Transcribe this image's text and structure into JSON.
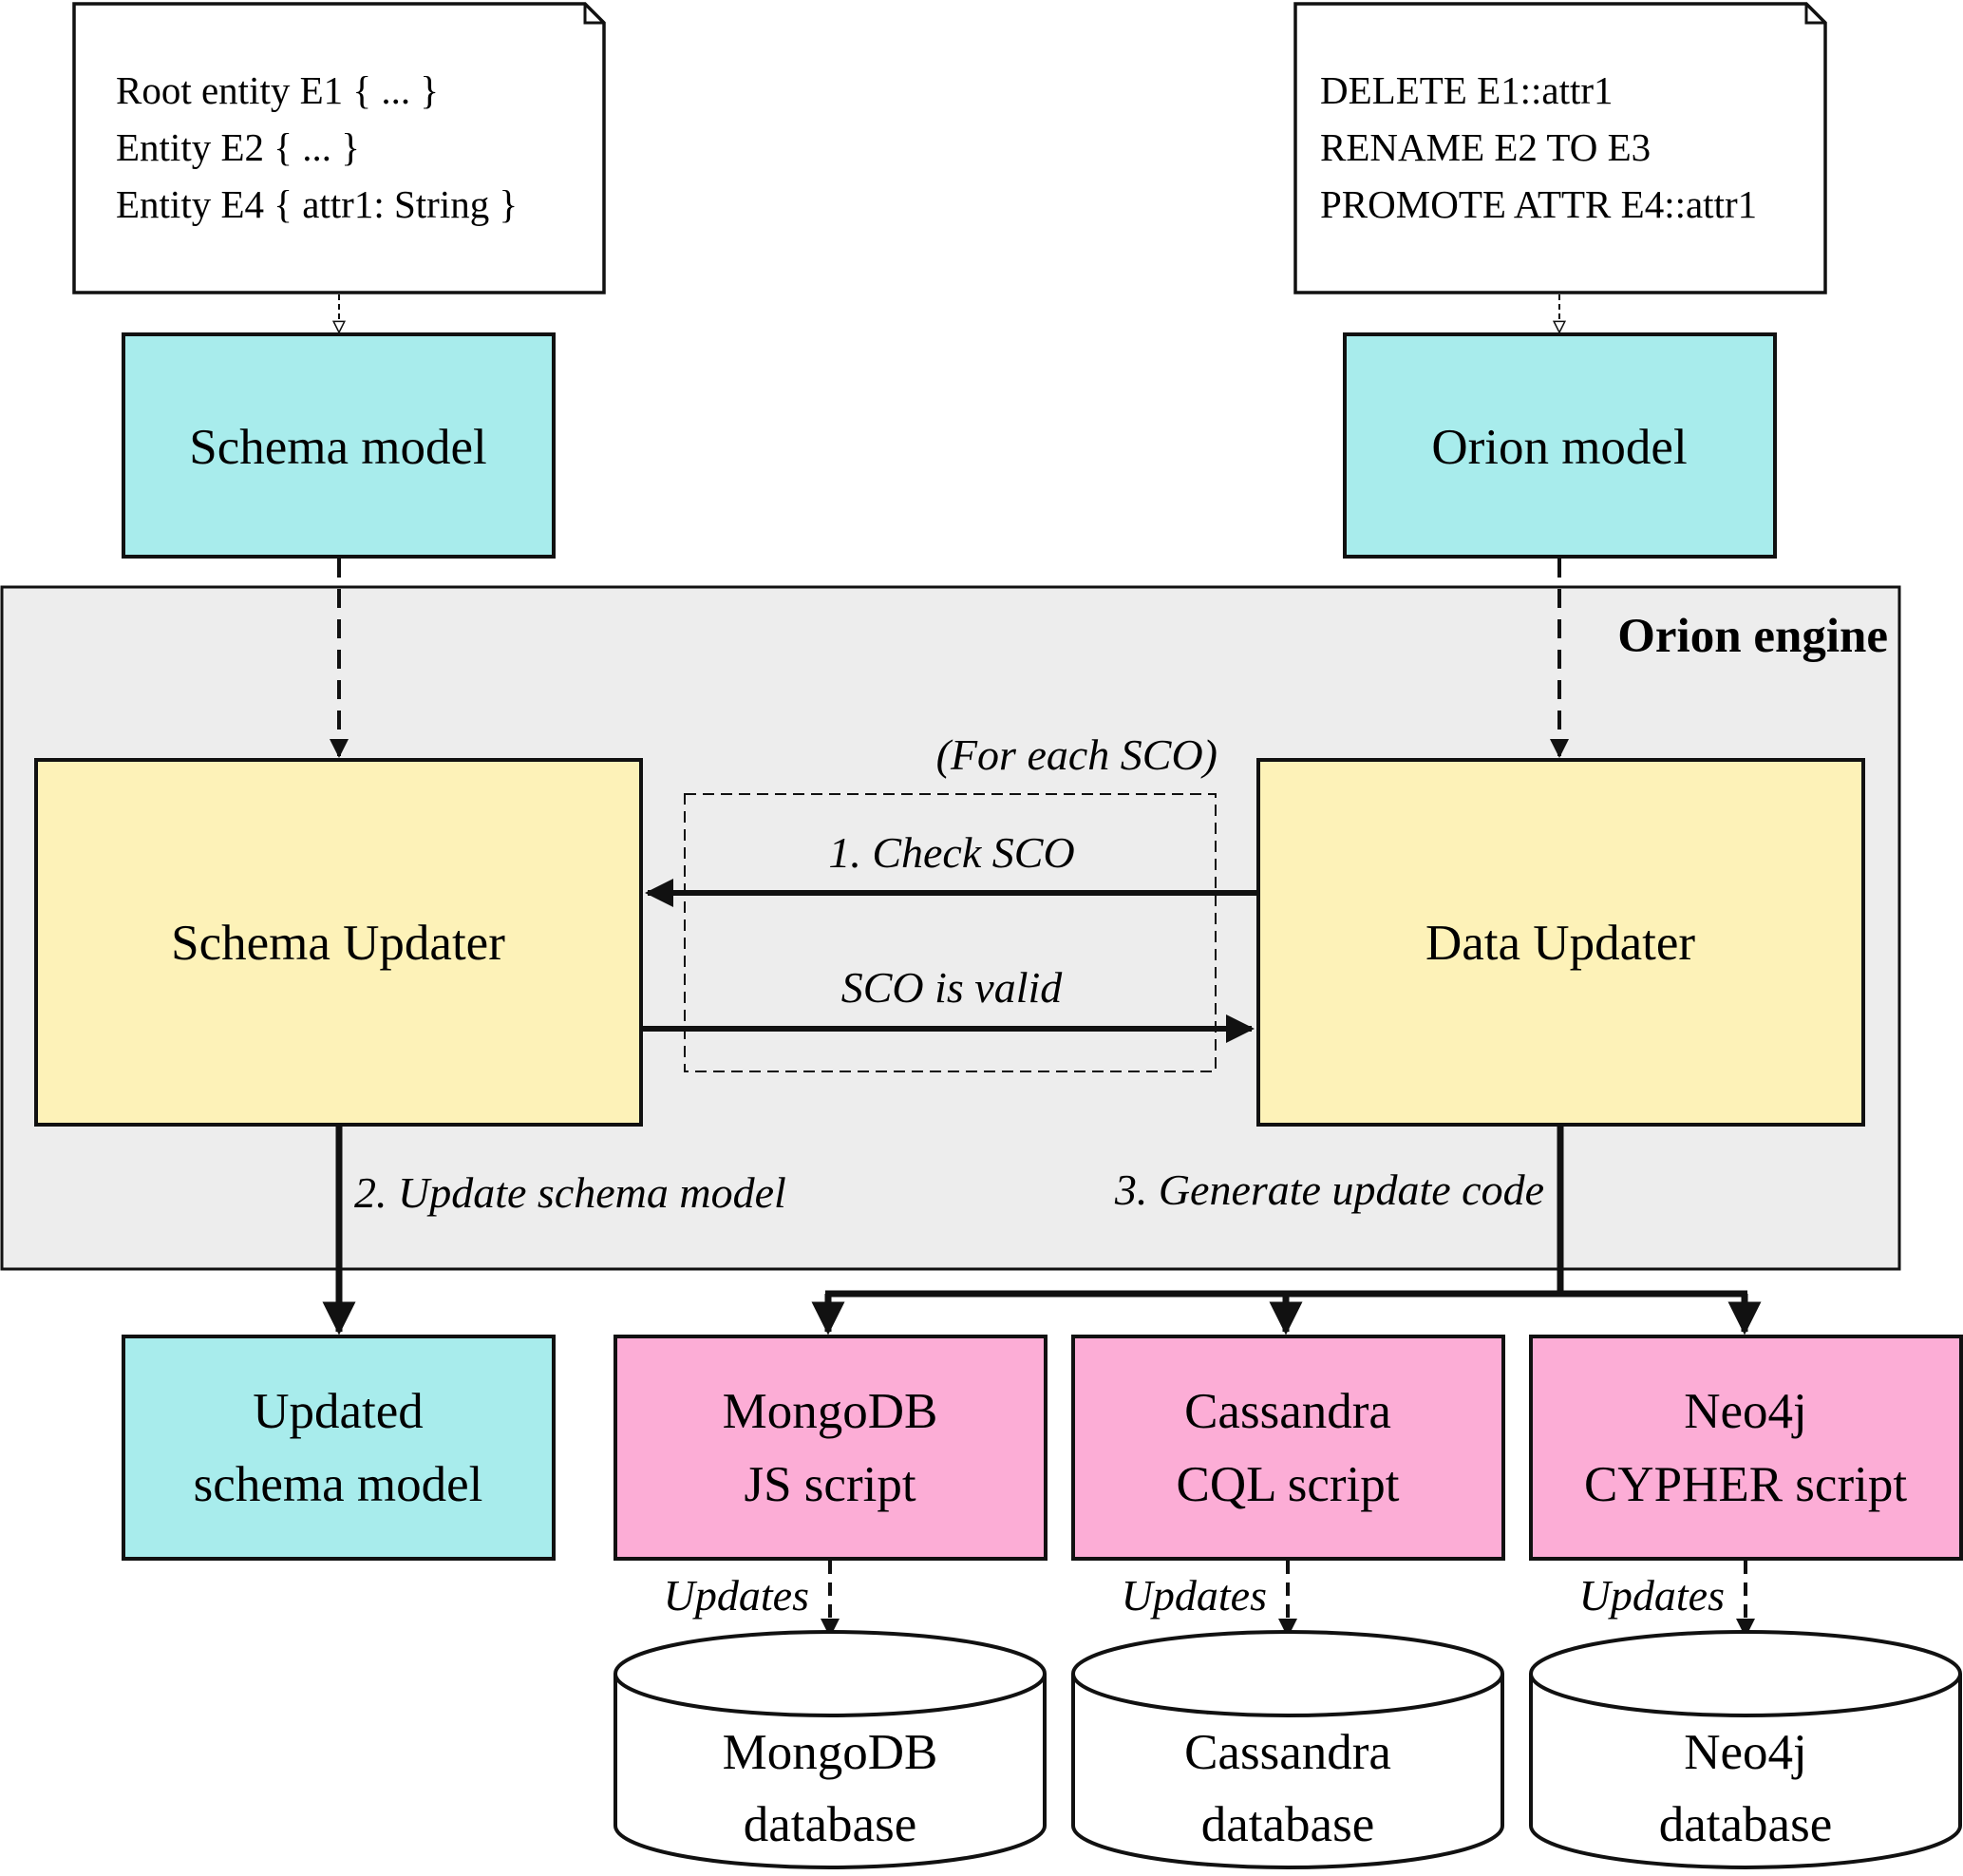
{
  "colors": {
    "model_fill": "#a8ecec",
    "updater_fill": "#fdf2b8",
    "script_fill": "#fcadd6",
    "engine_fill": "#ededed",
    "stroke": "#111111"
  },
  "schema_note": {
    "lines": [
      "Root entity E1 { ... }",
      "Entity E2 { ... }",
      "Entity E4 { attr1: String }"
    ]
  },
  "orion_note": {
    "lines": [
      "DELETE E1::attr1",
      "RENAME E2 TO E3",
      "PROMOTE ATTR E4::attr1"
    ]
  },
  "schema_model": {
    "label": "Schema model"
  },
  "orion_model": {
    "label": "Orion model"
  },
  "engine": {
    "title": "Orion engine"
  },
  "schema_updater": {
    "label": "Schema Updater"
  },
  "data_updater": {
    "label": "Data Updater"
  },
  "loop": {
    "label": "(For each SCO)",
    "check": "1. Check SCO",
    "valid": "SCO is valid"
  },
  "edges": {
    "update_schema": "2. Update schema model",
    "generate_code": "3. Generate update code",
    "updates": "Updates"
  },
  "updated_schema": {
    "lines": [
      "Updated",
      "schema model"
    ]
  },
  "scripts": [
    {
      "lines": [
        "MongoDB",
        "JS script"
      ]
    },
    {
      "lines": [
        "Cassandra",
        "CQL script"
      ]
    },
    {
      "lines": [
        "Neo4j",
        "CYPHER script"
      ]
    }
  ],
  "databases": [
    {
      "lines": [
        "MongoDB",
        "database"
      ]
    },
    {
      "lines": [
        "Cassandra",
        "database"
      ]
    },
    {
      "lines": [
        "Neo4j",
        "database"
      ]
    }
  ]
}
